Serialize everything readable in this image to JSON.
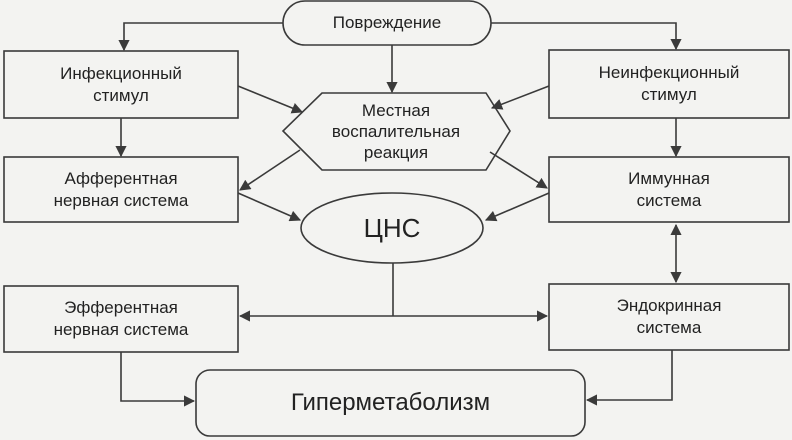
{
  "diagram": {
    "nodes": {
      "injury": {
        "line1": "Повреждение"
      },
      "infectious": {
        "line1": "Инфекционный",
        "line2": "стимул"
      },
      "noninfectious": {
        "line1": "Неинфекционный",
        "line2": "стимул"
      },
      "local_reaction": {
        "line1": "Местная",
        "line2": "воспалительная",
        "line3": "реакция"
      },
      "afferent": {
        "line1": "Афферентная",
        "line2": "нервная система"
      },
      "immune": {
        "line1": "Иммунная",
        "line2": "система"
      },
      "cns": {
        "line1": "ЦНС"
      },
      "efferent": {
        "line1": "Эфферентная",
        "line2": "нервная система"
      },
      "endocrine": {
        "line1": "Эндокринная",
        "line2": "система"
      },
      "hypermetabolism": {
        "line1": "Гиперметаболизм"
      }
    },
    "colors": {
      "stroke": "#3a3a3a",
      "background": "#f3f3f1",
      "text": "#222222"
    }
  }
}
